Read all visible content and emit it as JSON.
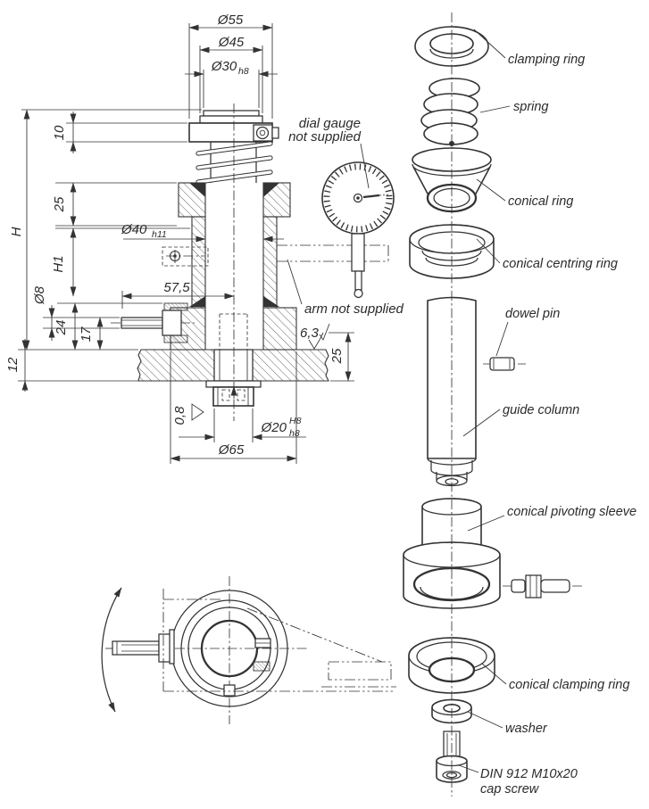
{
  "colors": {
    "ink": "#333333",
    "paper": "#ffffff"
  },
  "front_view": {
    "dims": {
      "dia55": "Ø55",
      "dia45": "Ø45",
      "dia30": "Ø30",
      "dia30_tol": "h8",
      "height_h": "H",
      "len10": "10",
      "len25": "25",
      "height_h1": "H1",
      "dia8": "Ø8",
      "len24": "24",
      "len17": "17",
      "len12": "12",
      "dia40": "Ø40",
      "dia40_tol": "h11",
      "len57_5": "57,5",
      "rough6_3": "6,3",
      "len25_right": "25",
      "rough0_8": "0,8",
      "dia20": "Ø20",
      "dia20_tol_upper": "H8",
      "dia20_tol_lower": "h8",
      "dia65": "Ø65"
    },
    "notes": {
      "dial_gauge_line1": "dial gauge",
      "dial_gauge_line2": "not supplied",
      "arm_note": "arm not supplied"
    }
  },
  "exploded_view": {
    "labels": {
      "clamping_ring": "clamping ring",
      "spring": "spring",
      "conical_ring": "conical ring",
      "conical_centring_ring": "conical centring ring",
      "dowel_pin": "dowel pin",
      "guide_column": "guide column",
      "conical_pivoting_sleeve": "conical pivoting sleeve",
      "conical_clamping_ring": "conical clamping ring",
      "washer": "washer",
      "cap_screw_line1": "DIN 912 M10x20",
      "cap_screw_line2": "cap screw"
    }
  }
}
